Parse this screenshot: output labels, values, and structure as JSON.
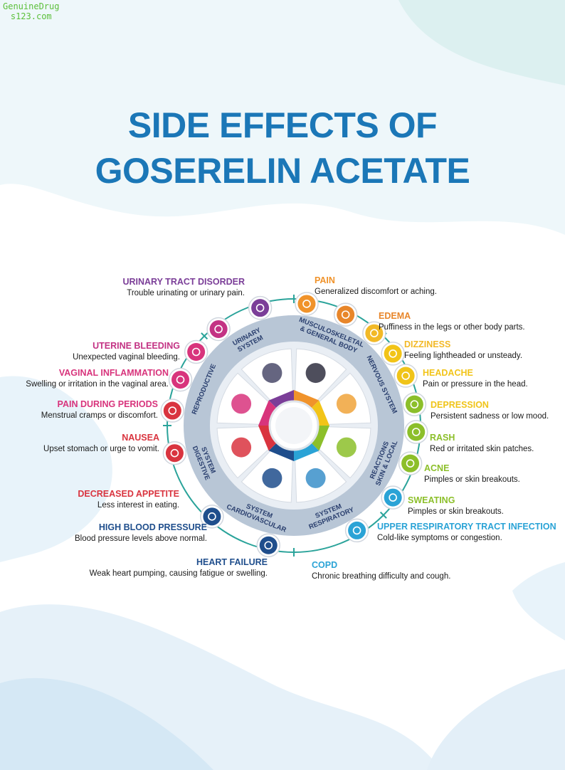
{
  "watermark": {
    "line1": "GenuineDrug",
    "line2": "s123.com"
  },
  "title": {
    "line1": "SIDE EFFECTS OF",
    "line2": "GOSERELIN ACETATE"
  },
  "colors": {
    "title": "#1b77b7"
  },
  "systems": [
    {
      "label1": "URINARY",
      "label2": "SYSTEM"
    },
    {
      "label1": "MUSCULOSKELETAL",
      "label2": "& GENERAL BODY"
    },
    {
      "label1": "NERVOUS SYSTEM",
      "label2": ""
    },
    {
      "label1": "SKIN & LOCAL",
      "label2": "REACTIONS"
    },
    {
      "label1": "RESPIRATORY",
      "label2": "SYSTEM"
    },
    {
      "label1": "CARDIOVASCULAR",
      "label2": "SYSTEM"
    },
    {
      "label1": "DIGESTIVE",
      "label2": "SYSTEM"
    },
    {
      "label1": "REPRODUCTIVE",
      "label2": ""
    }
  ],
  "effects": [
    {
      "name": "PAIN",
      "desc": "Generalized discomfort or aching.",
      "color": "#f0932b"
    },
    {
      "name": "EDEMA",
      "desc": "Puffiness in the legs or other body parts.",
      "color": "#e8862a"
    },
    {
      "name": "DIZZINESS",
      "desc": "Feeling lightheaded or unsteady.",
      "color": "#f2b927"
    },
    {
      "name": "HEADACHE",
      "desc": "Pain or pressure in the head.",
      "color": "#f2c418"
    },
    {
      "name": "DEPRESSION",
      "desc": "Persistent sadness or low mood.",
      "color": "#f0c419"
    },
    {
      "name": "RASH",
      "desc": "Red or irritated skin patches.",
      "color": "#8cbf2a"
    },
    {
      "name": "ACNE",
      "desc": "Pimples or skin breakouts.",
      "color": "#8cbf2a"
    },
    {
      "name": "SWEATING",
      "desc": "Pimples or skin breakouts.",
      "color": "#8cbf2a"
    },
    {
      "name": "UPPER RESPIRATORY TRACT INFECTION",
      "desc": "Cold-like symptoms or congestion.",
      "color": "#2aa3d6"
    },
    {
      "name": "COPD",
      "desc": "Chronic breathing difficulty and cough.",
      "color": "#2aa3d6"
    },
    {
      "name": "HEART FAILURE",
      "desc": "Weak heart pumping, causing fatigue or swelling.",
      "color": "#1f4e8c"
    },
    {
      "name": "HIGH BLOOD PRESSURE",
      "desc": "Blood pressure levels above normal.",
      "color": "#1f4e8c"
    },
    {
      "name": "DECREASED APPETITE",
      "desc": "Less interest in eating.",
      "color": "#d9343f"
    },
    {
      "name": "NAUSEA",
      "desc": "Upset stomach or urge to vomit.",
      "color": "#d9343f"
    },
    {
      "name": "PAIN DURING PERIODS",
      "desc": "Menstrual cramps or discomfort.",
      "color": "#d8347c"
    },
    {
      "name": "VAGINAL INFLAMMATION",
      "desc": "Swelling or irritation in the vaginal area.",
      "color": "#d8347c"
    },
    {
      "name": "UTERINE BLEEDING",
      "desc": "Unexpected vaginal bleeding.",
      "color": "#c33384"
    },
    {
      "name": "URINARY TRACT DISORDER",
      "desc": "Trouble urinating or urinary pain.",
      "color": "#7b3e98"
    }
  ]
}
